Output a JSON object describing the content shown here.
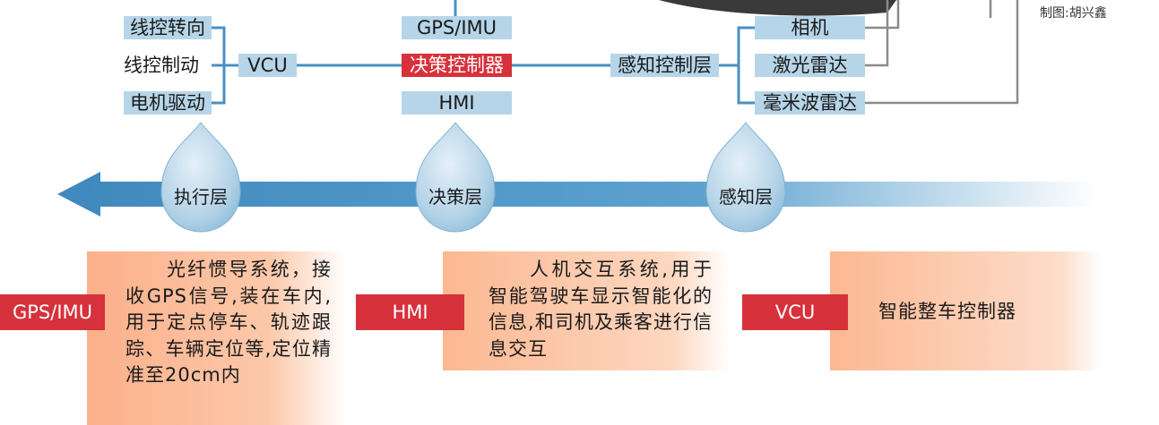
{
  "credit": "制图:胡兴鑫",
  "execution": {
    "items": [
      "线控转向",
      "线控制动",
      "电机驱动"
    ],
    "hub": "VCU"
  },
  "decision": {
    "top": "GPS/IMU",
    "middle": "决策控制器",
    "bottom": "HMI"
  },
  "perception": {
    "hub": "感知控制层",
    "items": [
      "相机",
      "激光雷达",
      "毫米波雷达"
    ]
  },
  "layers": [
    "执行层",
    "决策层",
    "感知层"
  ],
  "notes": [
    {
      "tag": "GPS/IMU",
      "text": "光纤惯导系统，接收GPS信号,装在车内,用于定点停车、轨迹跟踪、车辆定位等,定位精准至20cm内"
    },
    {
      "tag": "HMI",
      "text": "人机交互系统,用于智能驾驶车显示智能化的信息,和司机及乘客进行信息交互"
    },
    {
      "tag": "VCU",
      "text": "智能整车控制器"
    }
  ],
  "colors": {
    "label_bg": "#b7d5e8",
    "accent_red": "#d7313b",
    "arrow_blue": "#4e97c6",
    "card_orange": "#fbb892",
    "connector": "#4a90c4",
    "wire_gray": "#888888"
  }
}
